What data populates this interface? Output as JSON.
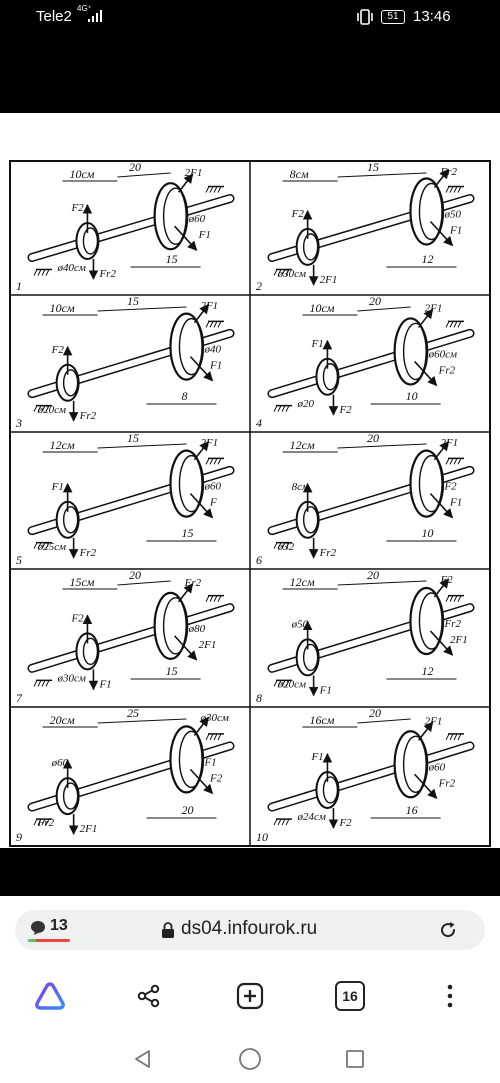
{
  "status_bar": {
    "carrier": "Tele2",
    "network": "4G⁺",
    "battery": "51",
    "time": "13:46"
  },
  "worksheet": {
    "panels": [
      {
        "number": "1",
        "dims": [
          "10см",
          "20",
          "15"
        ],
        "labels": [
          "F2",
          "2F1",
          "F1",
          "Fr2",
          "ø60",
          "ø40см"
        ]
      },
      {
        "number": "2",
        "dims": [
          "8см",
          "15",
          "12"
        ],
        "labels": [
          "F2",
          "Fr2",
          "F1",
          "2F1",
          "ø50",
          "ø30см"
        ]
      },
      {
        "number": "3",
        "dims": [
          "10см",
          "15",
          "8"
        ],
        "labels": [
          "F2",
          "2F1",
          "F1",
          "Fr2",
          "ø40",
          "ø20см"
        ]
      },
      {
        "number": "4",
        "dims": [
          "10см",
          "20",
          "10"
        ],
        "labels": [
          "F1",
          "2F1",
          "Fr2",
          "F2",
          "ø60см",
          "ø20"
        ]
      },
      {
        "number": "5",
        "dims": [
          "12см",
          "15",
          "15"
        ],
        "labels": [
          "F1",
          "2F1",
          "F",
          "Fr2",
          "ø60",
          "ø25см"
        ]
      },
      {
        "number": "6",
        "dims": [
          "12см",
          "20",
          "10"
        ],
        "labels": [
          "8см",
          "2F1",
          "F1",
          "Fr2",
          "F2",
          "ø32"
        ]
      },
      {
        "number": "7",
        "dims": [
          "15см",
          "20",
          "15"
        ],
        "labels": [
          "F2",
          "Fr2",
          "2F1",
          "F1",
          "ø80",
          "ø30см"
        ]
      },
      {
        "number": "8",
        "dims": [
          "12см",
          "20",
          "12"
        ],
        "labels": [
          "ø50",
          "F2",
          "2F1",
          "F1",
          "Fr2",
          "ø20см"
        ]
      },
      {
        "number": "9",
        "dims": [
          "20см",
          "25",
          "20"
        ],
        "labels": [
          "ø60",
          "ø30см",
          "F2",
          "2F1",
          "F1",
          "Fr2"
        ]
      },
      {
        "number": "10",
        "dims": [
          "16см",
          "20",
          "16"
        ],
        "labels": [
          "F1",
          "2F1",
          "Fr2",
          "F2",
          "ø60",
          "ø24см"
        ]
      }
    ]
  },
  "browser": {
    "comment_count": "13",
    "url": "ds04.infourok.ru",
    "tabs_count": "16"
  },
  "icons": {
    "comment": "speech-bubble-icon",
    "lock": "lock-icon",
    "reload": "reload-icon",
    "assistant": "alice-triangle-icon",
    "share": "share-icon",
    "new_tab": "plus-square-icon",
    "menu": "more-vertical-icon",
    "back": "triangle-back-icon",
    "home": "circle-home-icon",
    "recents": "square-recents-icon"
  },
  "colors": {
    "assistant_gradient": [
      "#7b3fe4",
      "#3a8bff"
    ],
    "count_underline": "#e8483d",
    "count_underline_start": "#5ac46a"
  }
}
